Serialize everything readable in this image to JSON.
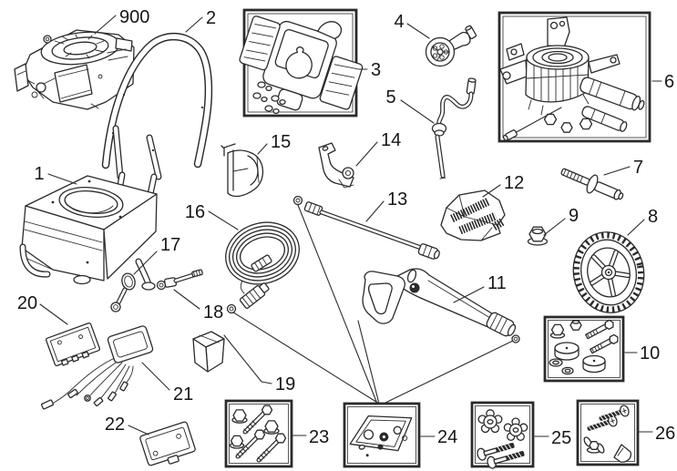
{
  "diagram": {
    "background_color": "#ffffff",
    "line_color": "#2b2b2b",
    "type": "exploded-parts-diagram"
  },
  "parts": {
    "p900": {
      "label": "900"
    },
    "p1": {
      "label": "1"
    },
    "p2": {
      "label": "2"
    },
    "p3": {
      "label": "3"
    },
    "p4": {
      "label": "4"
    },
    "p5": {
      "label": "5"
    },
    "p6": {
      "label": "6"
    },
    "p7": {
      "label": "7"
    },
    "p8": {
      "label": "8"
    },
    "p9": {
      "label": "9"
    },
    "p10": {
      "label": "10"
    },
    "p11": {
      "label": "11"
    },
    "p12": {
      "label": "12"
    },
    "p13": {
      "label": "13"
    },
    "p14": {
      "label": "14"
    },
    "p15": {
      "label": "15"
    },
    "p16": {
      "label": "16"
    },
    "p17": {
      "label": "17"
    },
    "p18": {
      "label": "18"
    },
    "p19": {
      "label": "19"
    },
    "p20": {
      "label": "20"
    },
    "p21": {
      "label": "21"
    },
    "p22": {
      "label": "22"
    },
    "p23": {
      "label": "23"
    },
    "p24": {
      "label": "24"
    },
    "p25": {
      "label": "25"
    },
    "p26": {
      "label": "26"
    }
  }
}
